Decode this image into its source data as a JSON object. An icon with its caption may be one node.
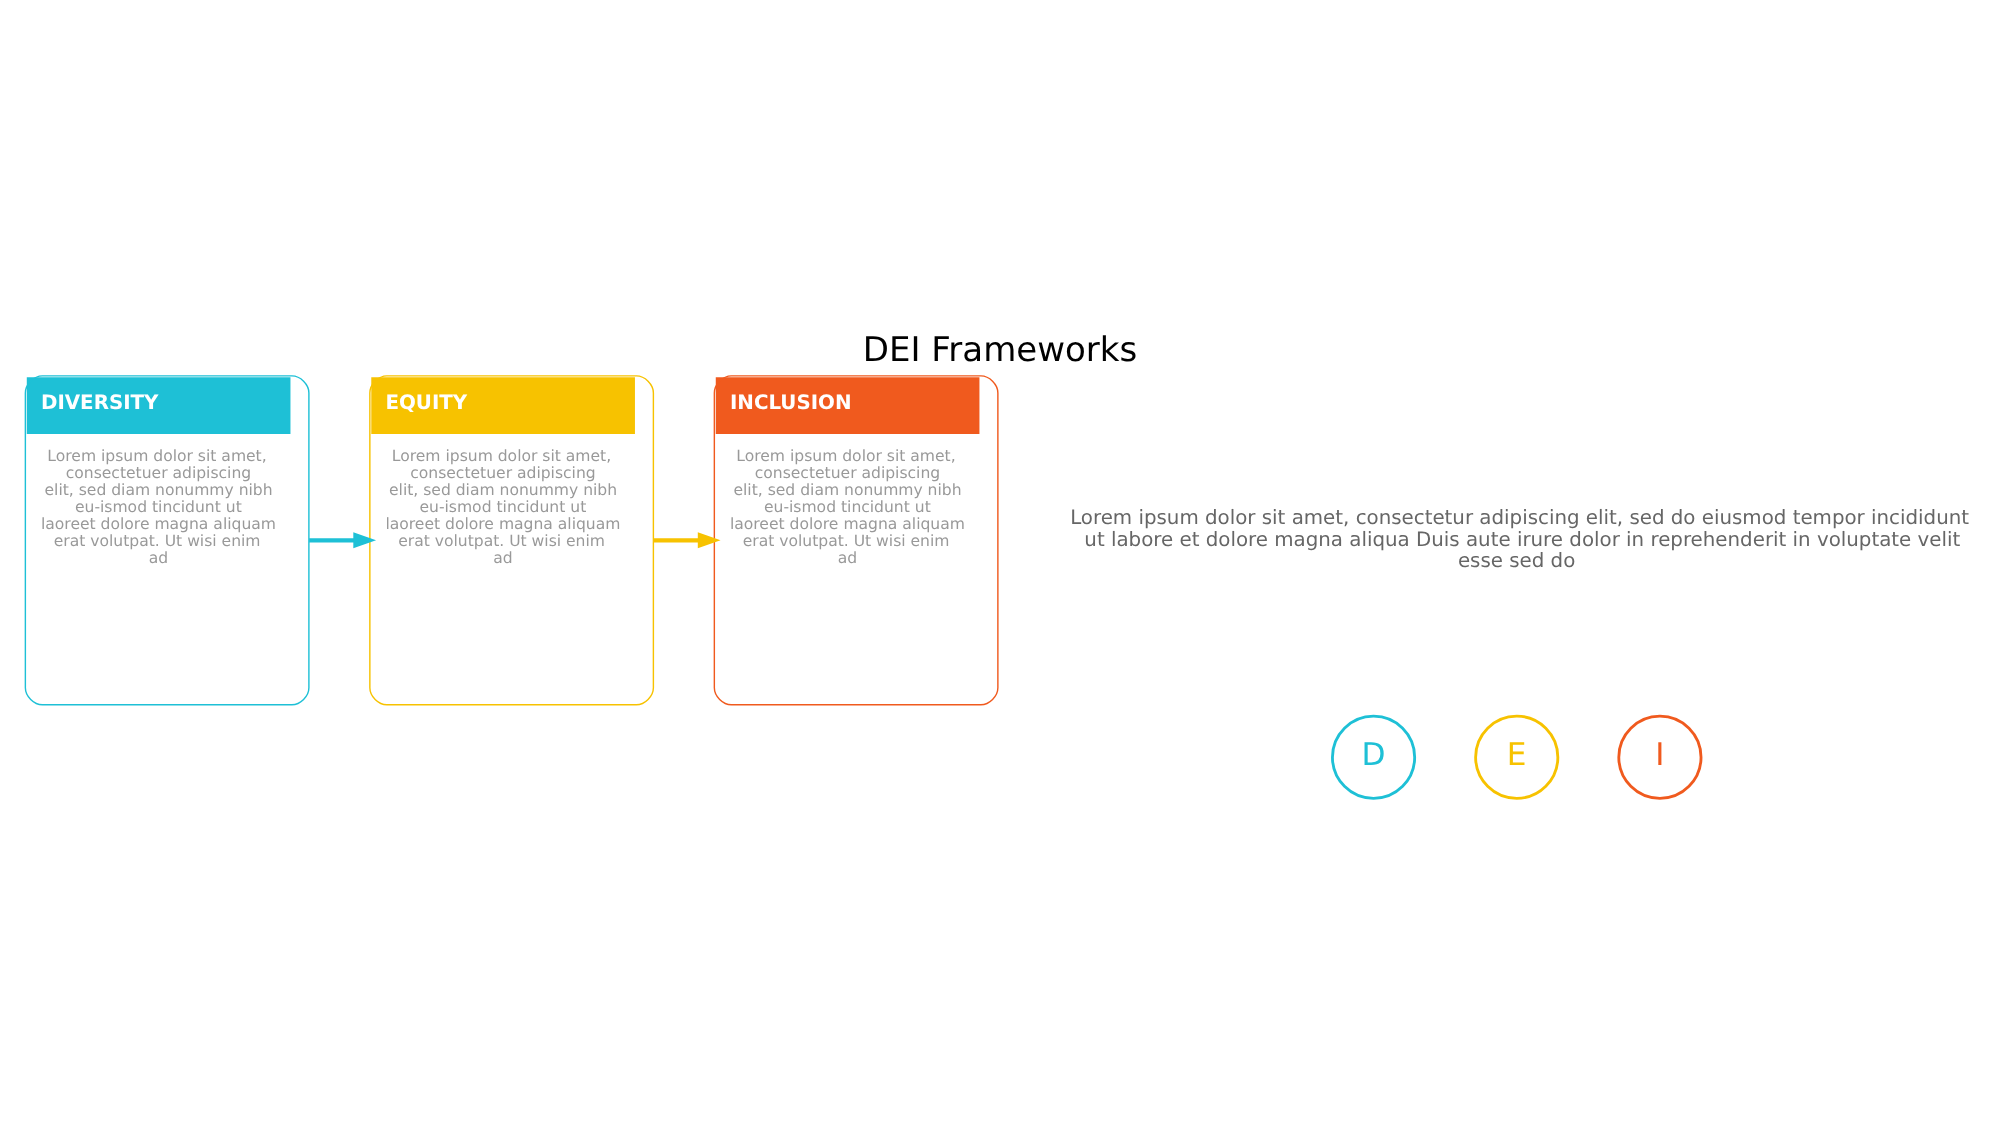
{
  "diagram": {
    "title": "DEI Frameworks",
    "nodes": [
      {
        "text": [
          "DIVERSITY",
          "Lorem ipsum dolor sit amet, consectetuer adipiscing elit, sed diam nonummy nibh eu-ismod tincidunt ut laoreet dolore magna aliquam erat volutpat. Ut wisi enim ad"
        ]
      },
      {
        "text": [
          "D"
        ]
      },
      {
        "text": [
          "EQUITY",
          "Lorem ipsum dolor sit amet, consectetuer adipiscing elit, sed diam nonummy nibh eu-ismod tincidunt ut laoreet dolore magna aliquam erat volutpat. Ut wisi enim ad"
        ]
      },
      {
        "text": [
          "E"
        ]
      },
      {
        "text": [
          "INCLUSION",
          "Lorem ipsum dolor sit amet, consectetuer adipiscing elit, sed diam nonummy nibh eu-ismod tincidunt ut laoreet dolore magna aliquam erat volutpat. Ut wisi enim ad"
        ]
      },
      {
        "text": [
          "I"
        ]
      }
    ],
    "edges": [
      {
        "from": 0,
        "to": 2,
        "arrow": "to",
        "color": "#1ec0d6"
      },
      {
        "from": 2,
        "to": 4,
        "arrow": "to",
        "color": "#f7c200"
      }
    ],
    "labels": [
      "Lorem ipsum dolor sit amet, consectetur adipiscing elit, sed do eiusmod tempor incididunt ut labore et dolore magna aliqua Duis aute irure dolor in reprehenderit in voluptate velit esse sed do"
    ]
  }
}
